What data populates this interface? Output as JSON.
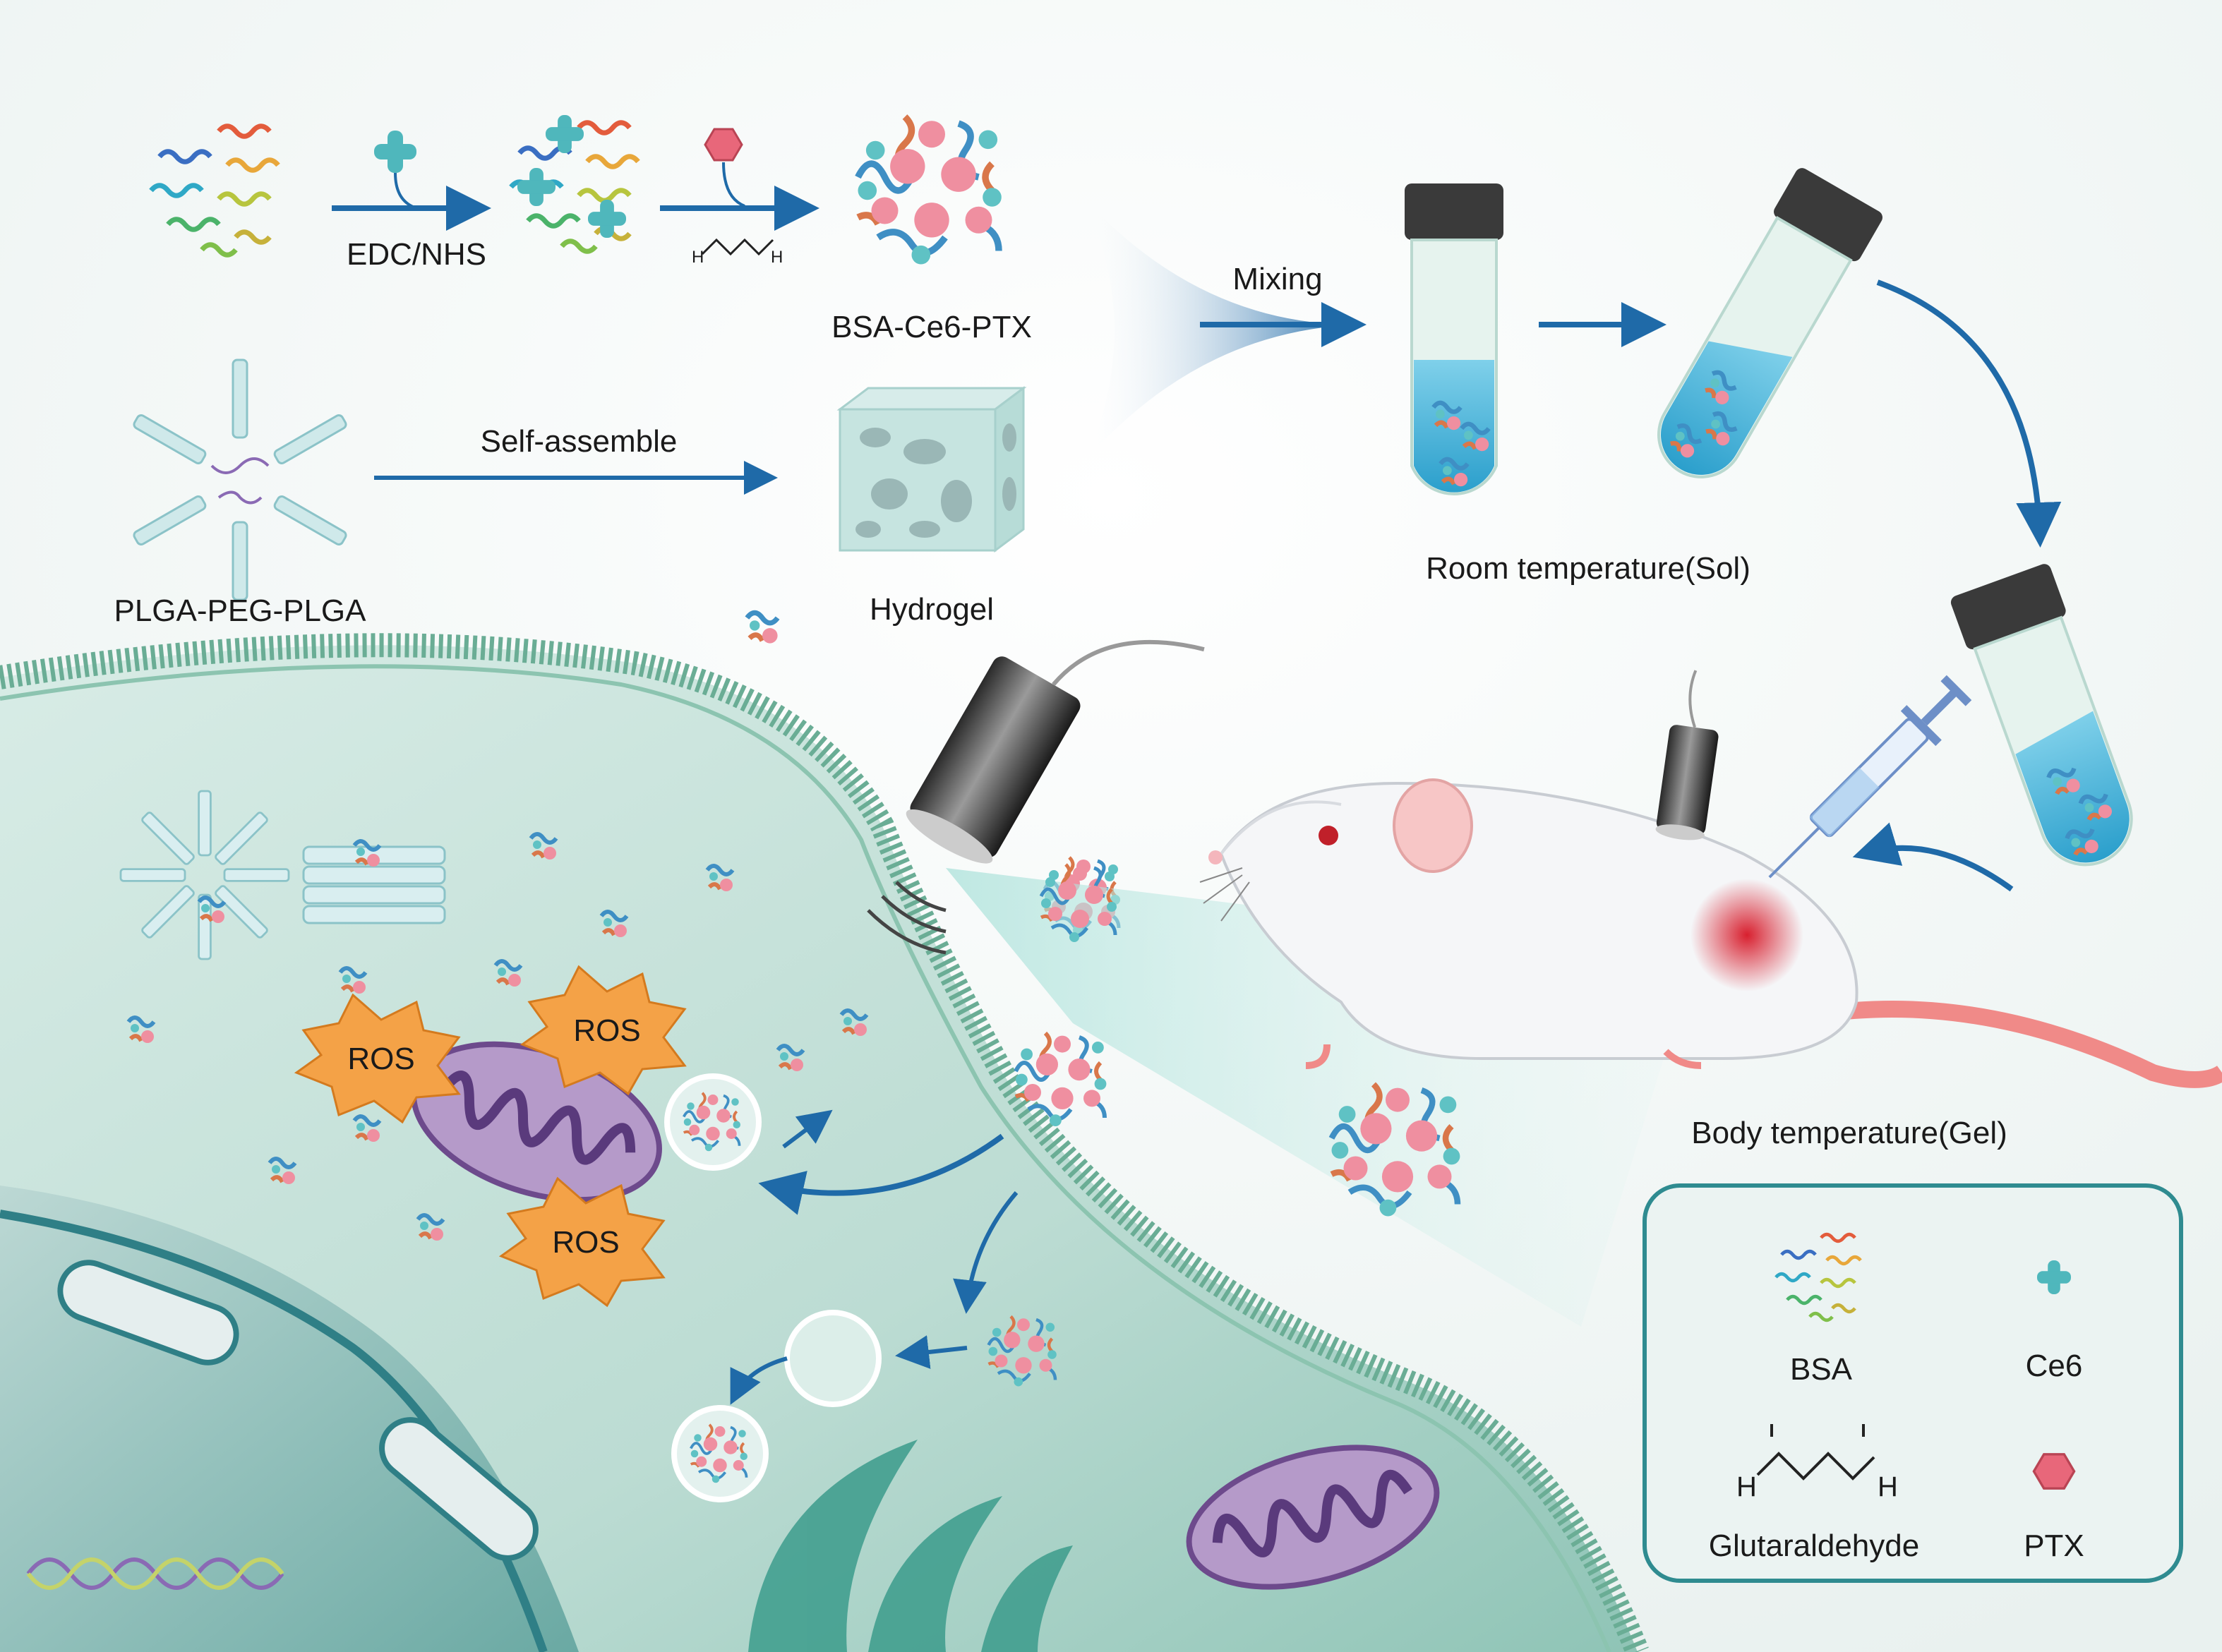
{
  "colors": {
    "background": "#f3f7f6",
    "cell": "#cfe5de",
    "cell_dark": "#5ea896",
    "membrane": "#6aad95",
    "arrow": "#1f6aa8",
    "ros": "#f4a247",
    "mitochondria": "#8a6aa6",
    "ptx": "#e86a7a",
    "ce6": "#4fb7bc",
    "gel": "#4fb6d6"
  },
  "labels": {
    "edc_nhs": "EDC/NHS",
    "bsa_ce6_ptx": "BSA-Ce6-PTX",
    "mixing": "Mixing",
    "self_assemble": "Self-assemble",
    "plga": "PLGA-PEG-PLGA",
    "hydrogel": "Hydrogel",
    "room_temp": "Room temperature(Sol)",
    "body_temp": "Body temperature(Gel)",
    "ros": "ROS"
  },
  "legend": {
    "bsa": "BSA",
    "ce6": "Ce6",
    "glutaraldehyde": "Glutaraldehyde",
    "ptx": "PTX",
    "h": "H"
  },
  "icons": [
    "bsa-protein-icon",
    "ce6-plus-icon",
    "ptx-hexagon-icon",
    "glutaraldehyde-structure-icon",
    "nanoparticle-icon",
    "test-tube-icon",
    "ultrasound-probe-icon",
    "syringe-icon",
    "mouse-icon",
    "mitochondrion-icon",
    "dna-helix-icon",
    "micelle-icon"
  ]
}
